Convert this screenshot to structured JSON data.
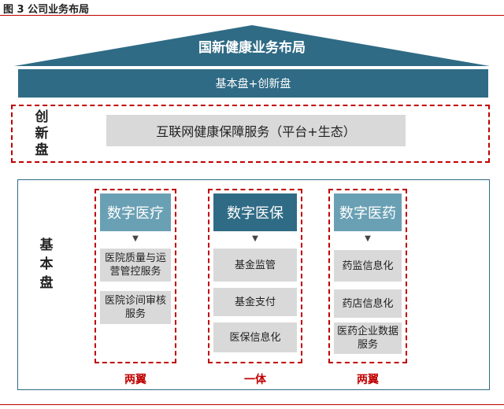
{
  "caption": "图 3 公司业务布局",
  "roof": {
    "title": "国新健康业务布局"
  },
  "band": {
    "text": "基本盘+创新盘"
  },
  "innovation": {
    "label": "创新盘",
    "content": "互联网健康保障服务（平台+生态）"
  },
  "base": {
    "label": "基本盘",
    "columns": [
      {
        "header": "数字医疗",
        "items": [
          "医院质量与运营管控服务",
          "医院诊间审核服务"
        ],
        "footer": "两翼"
      },
      {
        "header": "数字医保",
        "items": [
          "基金监管",
          "基金支付",
          "医保信息化"
        ],
        "footer": "一体"
      },
      {
        "header": "数字医药",
        "items": [
          "药监信息化",
          "药店信息化",
          "医药企业数据服务"
        ],
        "footer": "两翼"
      }
    ]
  },
  "colors": {
    "accent_red": "#c00000",
    "band_blue": "#2f6b85",
    "header_light": "#6aa0b4",
    "header_dark": "#2f6b85",
    "item_gray": "#d9d9d9"
  }
}
